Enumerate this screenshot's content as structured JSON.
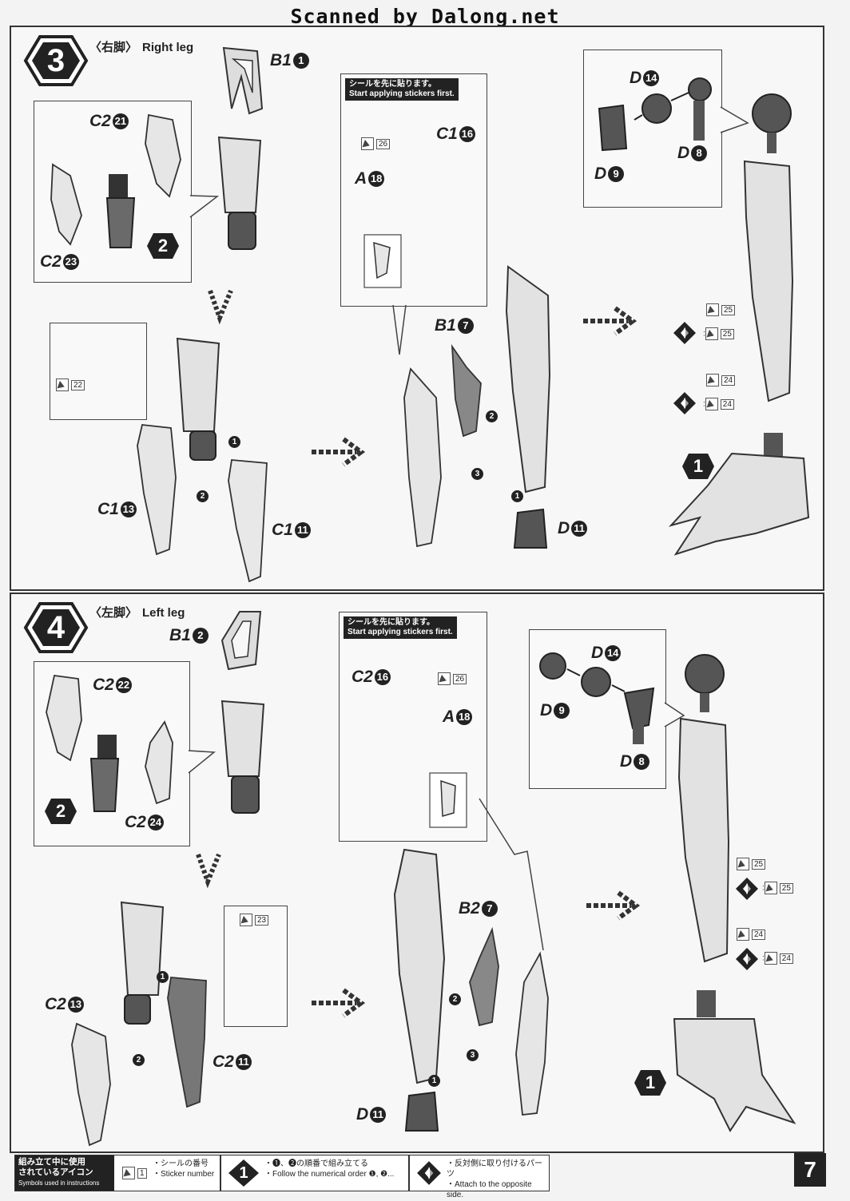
{
  "watermark": "Scanned by Dalong.net",
  "page_number": "7",
  "sticker_note": {
    "line1": "シールを先に貼ります。",
    "line2": "Start applying stickers first."
  },
  "sections": [
    {
      "step": "3",
      "title_jp": "〈右脚〉",
      "title_en": "Right leg",
      "parts": [
        {
          "letter": "B1",
          "num": "1"
        },
        {
          "letter": "C2",
          "num": "21"
        },
        {
          "letter": "C2",
          "num": "23"
        },
        {
          "letter": "C1",
          "num": "16"
        },
        {
          "letter": "A",
          "num": "18"
        },
        {
          "letter": "B1",
          "num": "7"
        },
        {
          "letter": "C1",
          "num": "13"
        },
        {
          "letter": "C1",
          "num": "11"
        },
        {
          "letter": "D",
          "num": "11"
        },
        {
          "letter": "D",
          "num": "14"
        },
        {
          "letter": "D",
          "num": "8"
        },
        {
          "letter": "D",
          "num": "9"
        }
      ],
      "ref_steps": [
        "2",
        "1"
      ],
      "stickers": [
        "26",
        "22",
        "25",
        "25",
        "24",
        "24"
      ],
      "order_marks": [
        "1",
        "2",
        "3"
      ]
    },
    {
      "step": "4",
      "title_jp": "〈左脚〉",
      "title_en": "Left leg",
      "parts": [
        {
          "letter": "B1",
          "num": "2"
        },
        {
          "letter": "C2",
          "num": "22"
        },
        {
          "letter": "C2",
          "num": "24"
        },
        {
          "letter": "C2",
          "num": "16"
        },
        {
          "letter": "A",
          "num": "18"
        },
        {
          "letter": "B2",
          "num": "7"
        },
        {
          "letter": "C2",
          "num": "13"
        },
        {
          "letter": "C2",
          "num": "11"
        },
        {
          "letter": "D",
          "num": "11"
        },
        {
          "letter": "D",
          "num": "14"
        },
        {
          "letter": "D",
          "num": "9"
        },
        {
          "letter": "D",
          "num": "8"
        }
      ],
      "ref_steps": [
        "2",
        "1"
      ],
      "stickers": [
        "26",
        "23",
        "25",
        "25",
        "24",
        "24"
      ],
      "order_marks": [
        "1",
        "2",
        "3"
      ]
    }
  ],
  "legend": {
    "title_jp1": "組み立て中に使用",
    "title_jp2": "されているアイコン",
    "title_en": "Symbols used in instructions",
    "sticker_number_jp": "・シールの番号",
    "sticker_number_en": "・Sticker number",
    "sticker_example": "1",
    "order_example": "1",
    "order_jp": "・❶、❷の順番で組み立てる",
    "order_en": "・Follow the numerical order ❶, ❷...",
    "opposite_jp": "・反対側に取り付けるパーツ",
    "opposite_en": "・Attach to the opposite side."
  }
}
